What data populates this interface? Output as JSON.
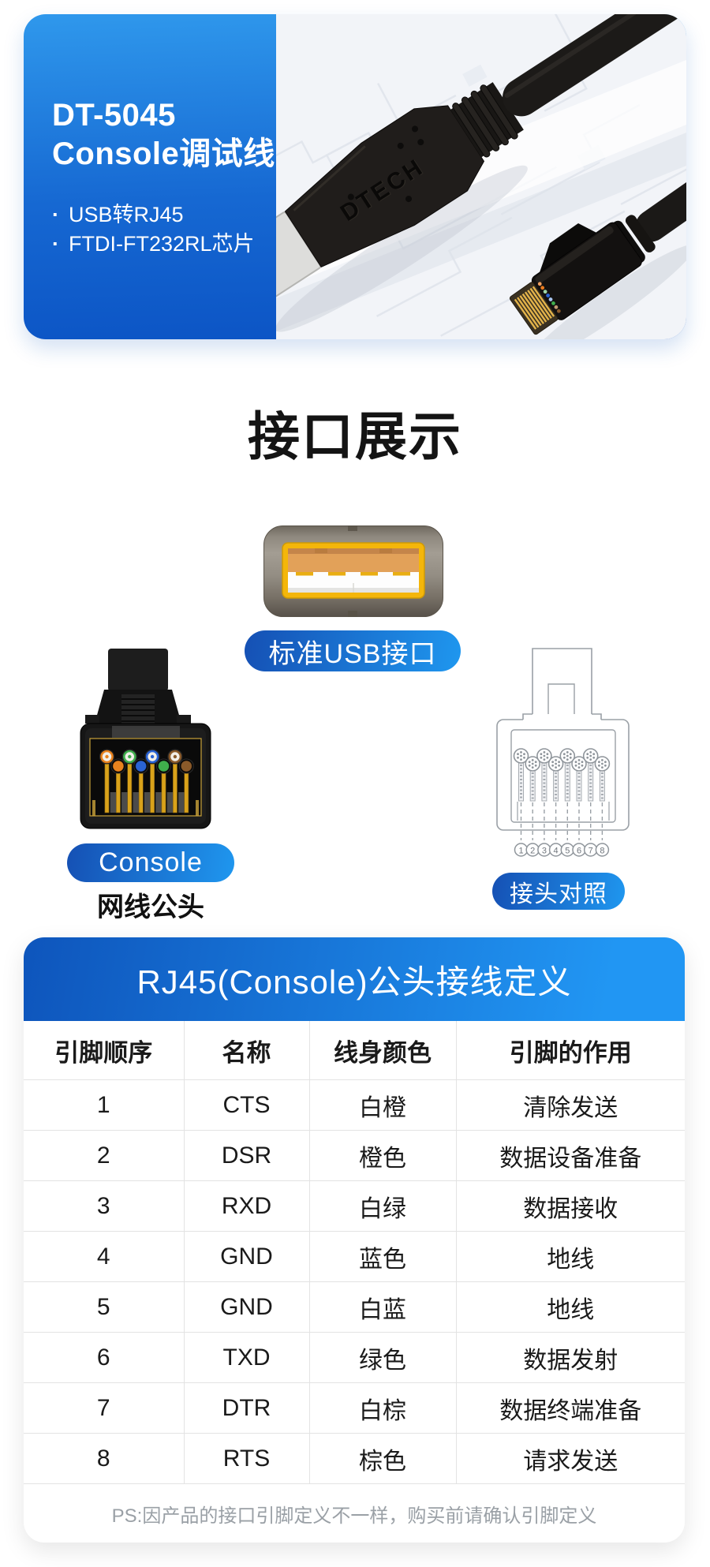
{
  "hero": {
    "title_line1": "DT-5045",
    "title_line2": "Console调试线",
    "bullets": [
      "USB转RJ45",
      "FTDI-FT232RL芯片"
    ],
    "brand_on_connector": "DTECH"
  },
  "section_title": "接口展示",
  "connectors": {
    "usb": {
      "label": "标准USB接口"
    },
    "rj45_photo": {
      "label": "Console",
      "caption": "网线公头",
      "pins": [
        {
          "style": "striped",
          "color": "#e8821e"
        },
        {
          "style": "solid",
          "color": "#e8821e"
        },
        {
          "style": "striped",
          "color": "#3fae4c"
        },
        {
          "style": "solid",
          "color": "#2a63d4"
        },
        {
          "style": "striped",
          "color": "#2a63d4"
        },
        {
          "style": "solid",
          "color": "#3fae4c"
        },
        {
          "style": "striped",
          "color": "#8a5a2a"
        },
        {
          "style": "solid",
          "color": "#8a5a2a"
        }
      ]
    },
    "diagram": {
      "label": "接头对照",
      "pin_numbers": [
        "1",
        "2",
        "3",
        "4",
        "5",
        "6",
        "7",
        "8"
      ]
    }
  },
  "pinout_table": {
    "title": "RJ45(Console)公头接线定义",
    "headers": [
      "引脚顺序",
      "名称",
      "线身颜色",
      "引脚的作用"
    ],
    "rows": [
      [
        "1",
        "CTS",
        "白橙",
        "清除发送"
      ],
      [
        "2",
        "DSR",
        "橙色",
        "数据设备准备"
      ],
      [
        "3",
        "RXD",
        "白绿",
        "数据接收"
      ],
      [
        "4",
        "GND",
        "蓝色",
        "地线"
      ],
      [
        "5",
        "GND",
        "白蓝",
        "地线"
      ],
      [
        "6",
        "TXD",
        "绿色",
        "数据发射"
      ],
      [
        "7",
        "DTR",
        "白棕",
        "数据终端准备"
      ],
      [
        "8",
        "RTS",
        "棕色",
        "请求发送"
      ]
    ],
    "note": "PS:因产品的接口引脚定义不一样，购买前请确认引脚定义"
  },
  "colors": {
    "primary_blue": "#2196f3",
    "deep_blue": "#0e55bc",
    "hero_gradient_top": "#2f98ec",
    "hero_gradient_bottom": "#0b53c4",
    "usb_shell_gray": "#8d877d",
    "usb_frame_yellow": "#f4b60a",
    "usb_cavity_orange": "#e2a159",
    "wire_gold": "#d9a21a"
  }
}
